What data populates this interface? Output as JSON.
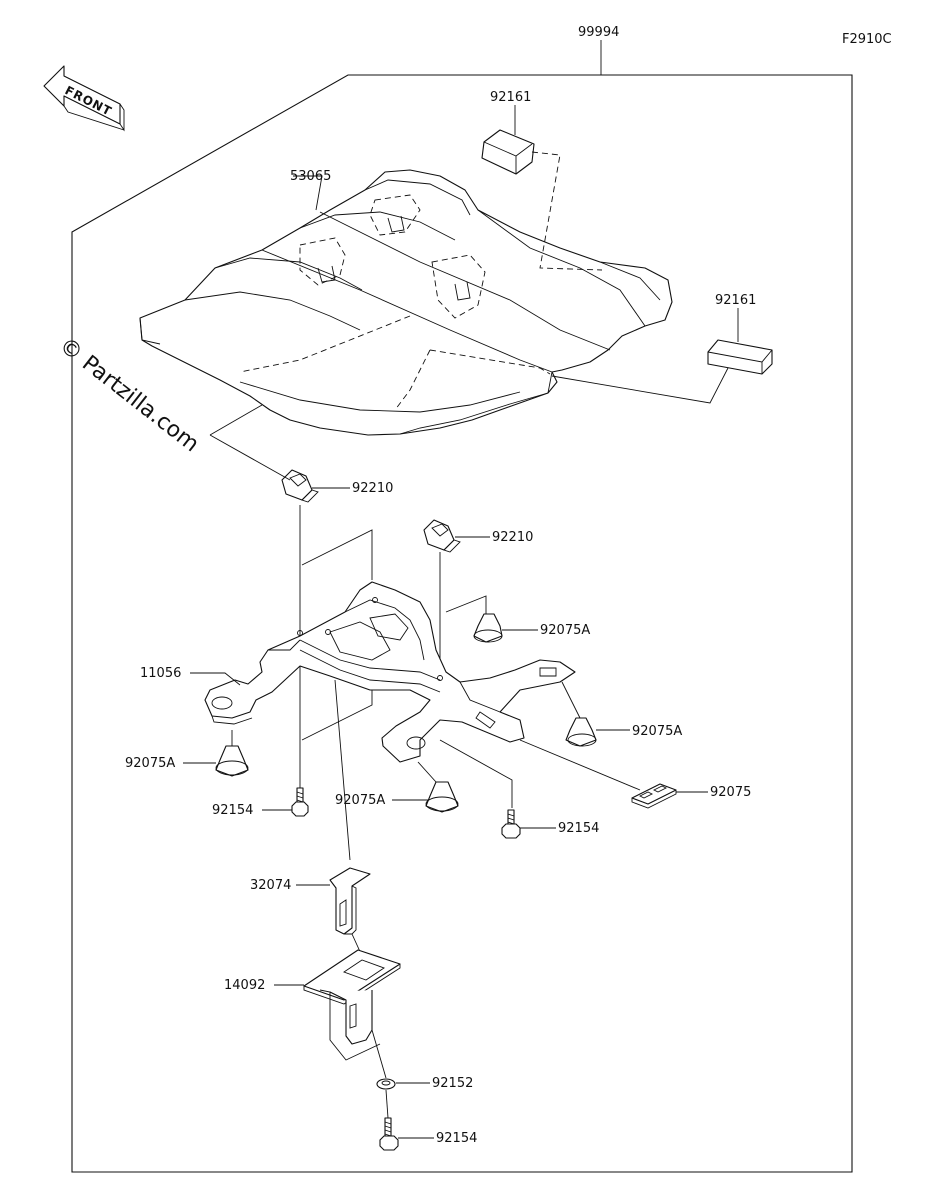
{
  "figure_code": "F2910C",
  "front_label": "FRONT",
  "watermark": "© Partzilla.com",
  "assembly_part": "99994",
  "parts": [
    {
      "id": "seat-cover",
      "number": "53065"
    },
    {
      "id": "pad-upper",
      "number": "92161"
    },
    {
      "id": "pad-right",
      "number": "92161"
    },
    {
      "id": "clip-left",
      "number": "92210"
    },
    {
      "id": "clip-right",
      "number": "92210"
    },
    {
      "id": "bracket",
      "number": "11056"
    },
    {
      "id": "damper-1",
      "number": "92075A"
    },
    {
      "id": "damper-2",
      "number": "92075A"
    },
    {
      "id": "damper-3",
      "number": "92075A"
    },
    {
      "id": "damper-4",
      "number": "92075A"
    },
    {
      "id": "damper-plate",
      "number": "92075"
    },
    {
      "id": "bolt-1",
      "number": "92154"
    },
    {
      "id": "bolt-2",
      "number": "92154"
    },
    {
      "id": "stay",
      "number": "32074"
    },
    {
      "id": "holder",
      "number": "14092"
    },
    {
      "id": "washer",
      "number": "92152"
    },
    {
      "id": "bolt-3",
      "number": "92154"
    }
  ]
}
